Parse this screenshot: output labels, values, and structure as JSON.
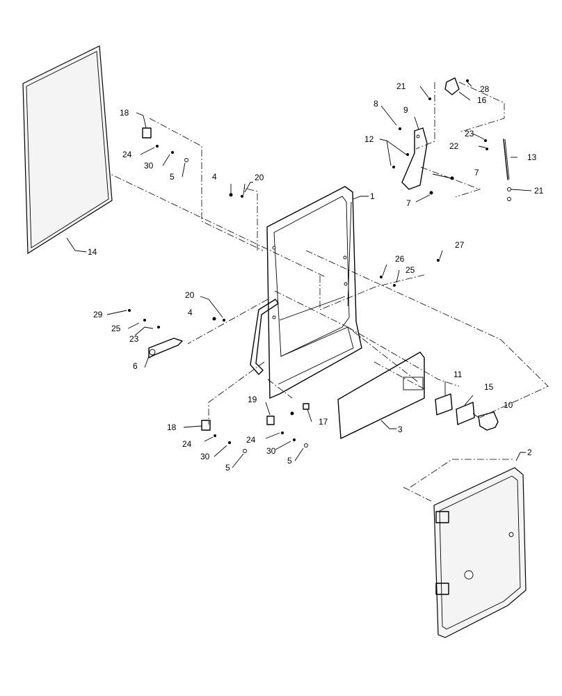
{
  "callouts": [
    {
      "id": "c1",
      "text": "1"
    },
    {
      "id": "c2",
      "text": "2"
    },
    {
      "id": "c3",
      "text": "3"
    },
    {
      "id": "c4a",
      "text": "4"
    },
    {
      "id": "c4b",
      "text": "4"
    },
    {
      "id": "c5a",
      "text": "5"
    },
    {
      "id": "c5b",
      "text": "5"
    },
    {
      "id": "c5c",
      "text": "5"
    },
    {
      "id": "c6",
      "text": "6"
    },
    {
      "id": "c7a",
      "text": "7"
    },
    {
      "id": "c7b",
      "text": "7"
    },
    {
      "id": "c8",
      "text": "8"
    },
    {
      "id": "c9",
      "text": "9"
    },
    {
      "id": "c10",
      "text": "10"
    },
    {
      "id": "c11",
      "text": "11"
    },
    {
      "id": "c12",
      "text": "12"
    },
    {
      "id": "c13",
      "text": "13"
    },
    {
      "id": "c14",
      "text": "14"
    },
    {
      "id": "c15",
      "text": "15"
    },
    {
      "id": "c16",
      "text": "16"
    },
    {
      "id": "c17",
      "text": "17"
    },
    {
      "id": "c18a",
      "text": "18"
    },
    {
      "id": "c18b",
      "text": "18"
    },
    {
      "id": "c19",
      "text": "19"
    },
    {
      "id": "c20a",
      "text": "20"
    },
    {
      "id": "c20b",
      "text": "20"
    },
    {
      "id": "c21a",
      "text": "21"
    },
    {
      "id": "c21b",
      "text": "21"
    },
    {
      "id": "c22",
      "text": "22"
    },
    {
      "id": "c23a",
      "text": "23"
    },
    {
      "id": "c23b",
      "text": "23"
    },
    {
      "id": "c24a",
      "text": "24"
    },
    {
      "id": "c24b",
      "text": "24"
    },
    {
      "id": "c24c",
      "text": "24"
    },
    {
      "id": "c25a",
      "text": "25"
    },
    {
      "id": "c25b",
      "text": "25"
    },
    {
      "id": "c26",
      "text": "26"
    },
    {
      "id": "c27",
      "text": "27"
    },
    {
      "id": "c28",
      "text": "28"
    },
    {
      "id": "c29",
      "text": "29"
    },
    {
      "id": "c30a",
      "text": "30"
    },
    {
      "id": "c30b",
      "text": "30"
    },
    {
      "id": "c30c",
      "text": "30"
    }
  ]
}
